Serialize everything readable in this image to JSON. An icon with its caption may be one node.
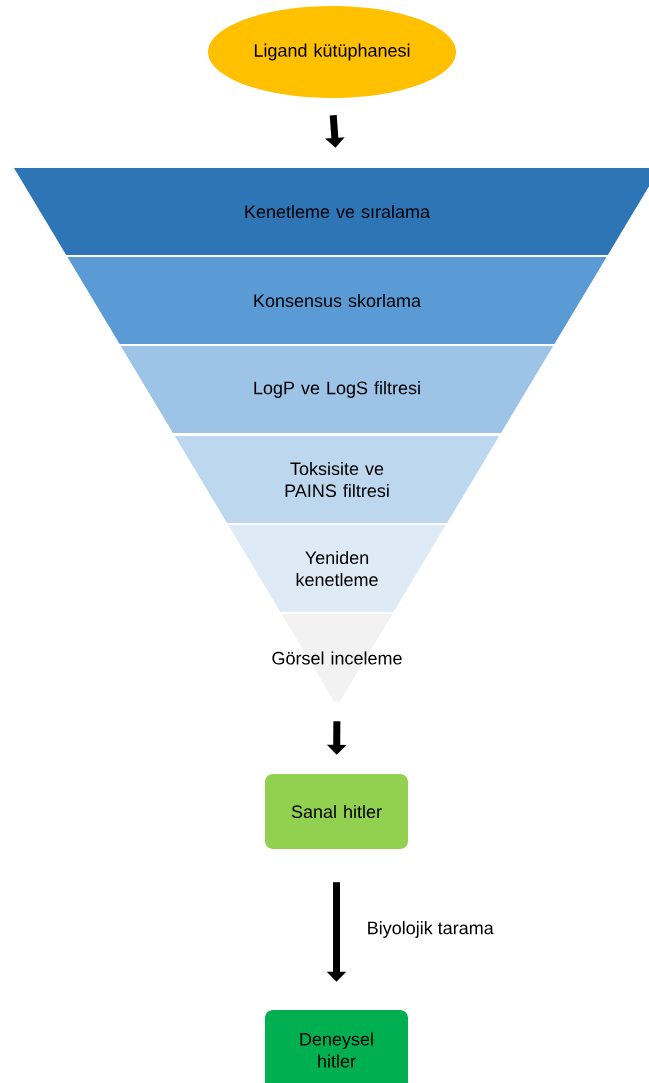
{
  "diagram": {
    "nodes": [
      {
        "text": [
          "Ligand kütüphanesi"
        ]
      },
      {
        "text": [
          "Kenetleme ve sıralama"
        ]
      },
      {
        "text": [
          "Konsensus skorlama"
        ]
      },
      {
        "text": [
          "LogP ve LogS filtresi"
        ]
      },
      {
        "text": [
          "Toksisite ve PAINS filtresi"
        ]
      },
      {
        "text": [
          "Yeniden kenetleme"
        ]
      },
      {
        "text": [
          "Görsel inceleme"
        ]
      },
      {
        "text": [
          "Sanal hitler"
        ]
      },
      {
        "text": [
          "Deneysel hitler"
        ]
      }
    ],
    "edges": [
      {
        "from": 0,
        "to": 1,
        "arrow": "to"
      },
      {
        "from": 6,
        "to": 7,
        "arrow": "to"
      },
      {
        "from": 7,
        "to": 8,
        "arrow": "to",
        "label": "Biyolojik tarama"
      }
    ]
  }
}
